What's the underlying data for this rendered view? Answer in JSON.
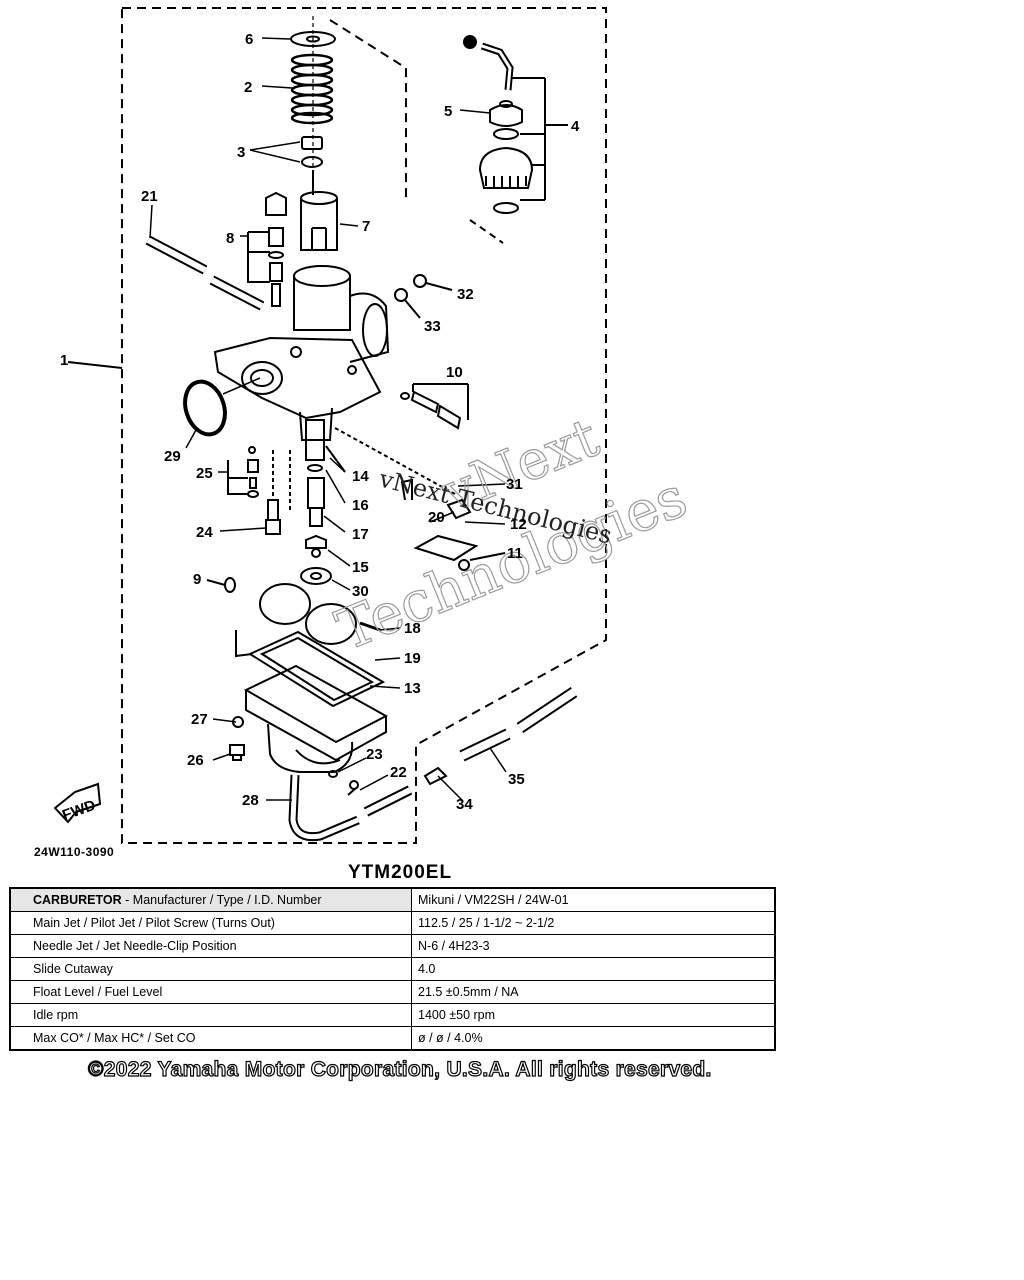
{
  "diagram": {
    "labels": {
      "p1": "1",
      "p2": "2",
      "p3": "3",
      "p4": "4",
      "p5": "5",
      "p6": "6",
      "p7": "7",
      "p8": "8",
      "p9": "9",
      "p10": "10",
      "p11": "11",
      "p12": "12",
      "p13": "13",
      "p14": "14",
      "p15": "15",
      "p16": "16",
      "p17": "17",
      "p18": "18",
      "p19": "19",
      "p20": "20",
      "p21": "21",
      "p22": "22",
      "p23": "23",
      "p24": "24",
      "p25": "25",
      "p26": "26",
      "p27": "27",
      "p28": "28",
      "p29": "29",
      "p30": "30",
      "p31": "31",
      "p32": "32",
      "p33": "33",
      "p34": "34",
      "p35": "35"
    },
    "fwd_label": "FWD",
    "watermark_line1": "vNext",
    "watermark_line2": "Technologies",
    "watermark_inline": "vNext Technologies"
  },
  "reference_code": "24W110-3090",
  "model": "YTM200EL",
  "spec_table": {
    "header": {
      "key_bold": "CARBURETOR",
      "key_rest": " - Manufacturer / Type / I.D. Number",
      "value": "Mikuni / VM22SH / 24W-01"
    },
    "rows": [
      {
        "key": "Main Jet / Pilot Jet / Pilot Screw (Turns Out)",
        "value": "112.5 / 25 / 1-1/2 ~ 2-1/2"
      },
      {
        "key": "Needle Jet / Jet Needle-Clip Position",
        "value": "N-6 / 4H23-3"
      },
      {
        "key": "Slide Cutaway",
        "value": "4.0"
      },
      {
        "key": "Float Level / Fuel Level",
        "value": "21.5 ±0.5mm / NA"
      },
      {
        "key": "Idle rpm",
        "value": "1400 ±50 rpm"
      },
      {
        "key": "Max CO* / Max HC* / Set CO",
        "value": "ø / ø / 4.0%"
      }
    ]
  },
  "copyright": "©2022 Yamaha Motor Corporation, U.S.A. All rights reserved."
}
